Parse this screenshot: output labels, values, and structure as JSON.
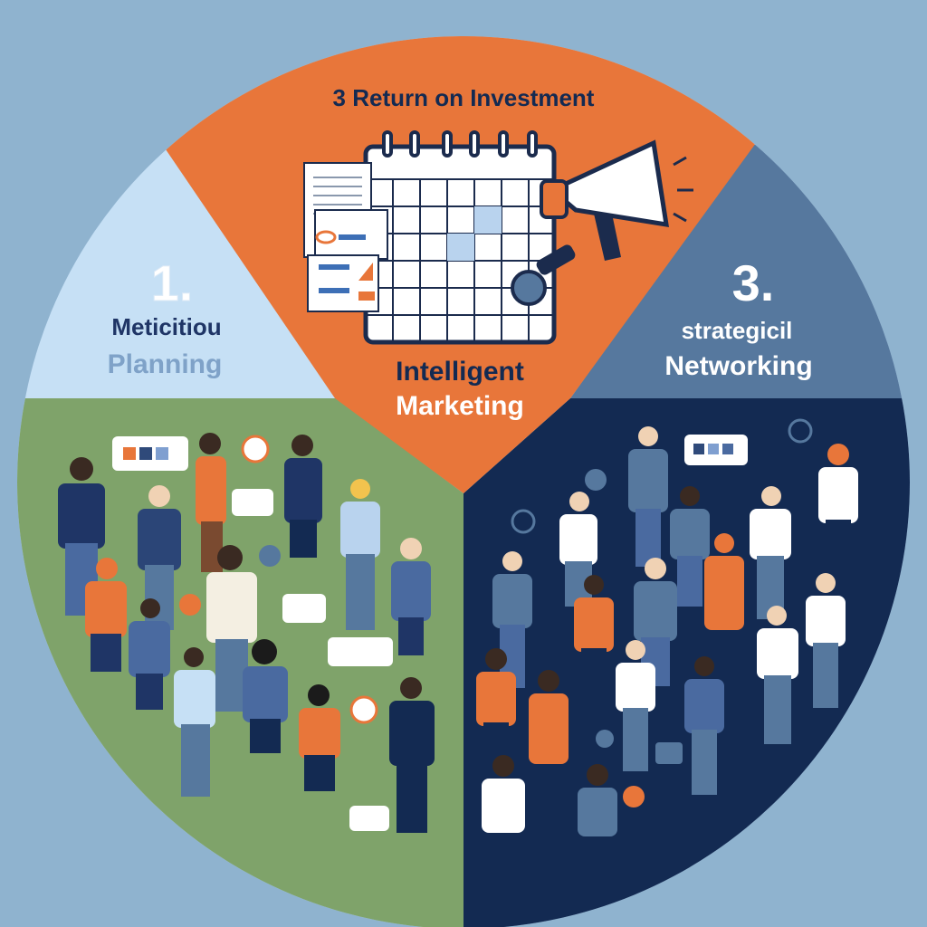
{
  "labels": {
    "top_title": "3 Return on Investment",
    "left_number": "1.",
    "left_line1": "Meticitiou",
    "left_line2": "Planning",
    "center_line1": "Intelligent",
    "center_line2": "Marketing",
    "right_number": "3.",
    "right_line1": "strategicil",
    "right_line2": "Networking"
  },
  "colors": {
    "background": "#8fb3cf",
    "orange": "#e8763a",
    "light_blue": "#c6e0f5",
    "slate_blue": "#56789e",
    "green": "#7fa36a",
    "navy": "#132a52"
  },
  "icons": [
    "calendar-icon",
    "megaphone-icon",
    "document-icon",
    "magnifier-icon",
    "speech-bubble-icon"
  ]
}
